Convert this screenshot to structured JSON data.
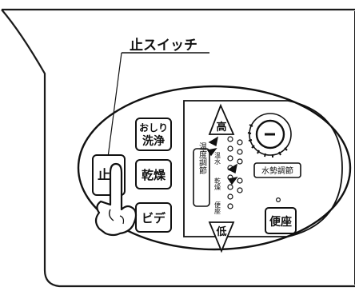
{
  "callout": {
    "label": "止スイッチ"
  },
  "left_panel": {
    "buttons": [
      {
        "id": "wash",
        "line1": "おしり",
        "line2": "洗浄"
      },
      {
        "id": "stop",
        "label": "止"
      },
      {
        "id": "dry",
        "label": "乾燥"
      },
      {
        "id": "bidet",
        "label": "ビデ"
      }
    ]
  },
  "right_panel": {
    "high_label": "高",
    "low_label": "低",
    "temp_button": "温度調節",
    "water_pressure_button": "水勢調節",
    "seat_button": "便座",
    "indicator_labels": {
      "warm_water": "温水",
      "dry": "乾燥",
      "seat": "便座"
    }
  },
  "colors": {
    "ink": "#111111",
    "paper": "#ffffff",
    "outline": "#1a1a1a"
  }
}
